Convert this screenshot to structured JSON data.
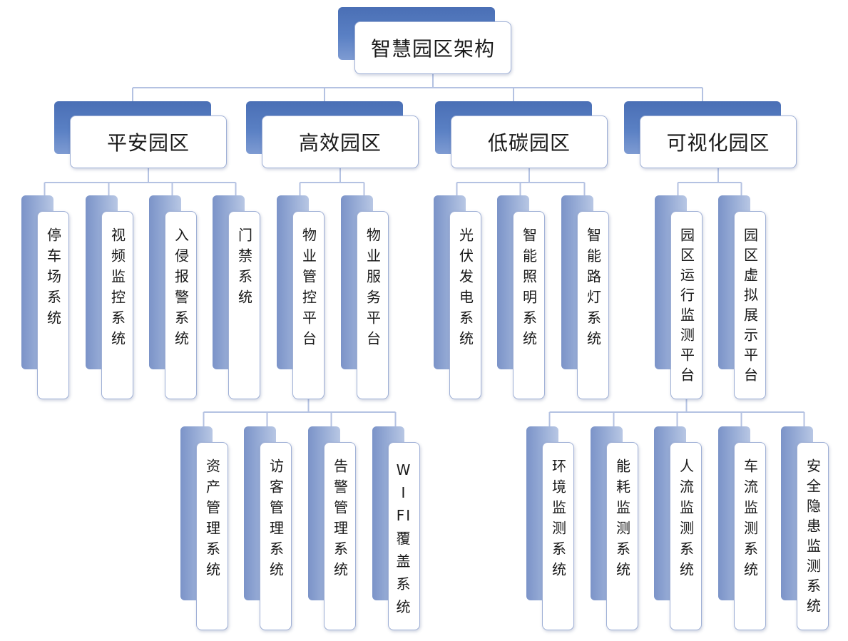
{
  "root": {
    "id": "root",
    "label": "智慧园区架构"
  },
  "zones": [
    {
      "id": "z1",
      "label": "平安园区"
    },
    {
      "id": "z2",
      "label": "高效园区"
    },
    {
      "id": "z3",
      "label": "低碳园区"
    },
    {
      "id": "z4",
      "label": "可视化园区"
    }
  ],
  "systems": [
    {
      "id": "s1",
      "parent": "z1",
      "label": "停车场系统"
    },
    {
      "id": "s2",
      "parent": "z1",
      "label": "视频监控系统"
    },
    {
      "id": "s3",
      "parent": "z1",
      "label": "入侵报警系统"
    },
    {
      "id": "s4",
      "parent": "z1",
      "label": "门禁系统"
    },
    {
      "id": "s5",
      "parent": "z2",
      "label": "物业管控平台"
    },
    {
      "id": "s6",
      "parent": "z2",
      "label": "物业服务平台"
    },
    {
      "id": "s7",
      "parent": "z3",
      "label": "光伏发电系统"
    },
    {
      "id": "s8",
      "parent": "z3",
      "label": "智能照明系统"
    },
    {
      "id": "s9",
      "parent": "z3",
      "label": "智能路灯系统"
    },
    {
      "id": "s10",
      "parent": "z4",
      "label": "园区运行监测平台"
    },
    {
      "id": "s11",
      "parent": "z4",
      "label": "园区虚拟展示平台"
    }
  ],
  "subsystems": [
    {
      "id": "t1",
      "parent": "s5",
      "label": "资产管理系统"
    },
    {
      "id": "t2",
      "parent": "s5",
      "label": "访客管理系统"
    },
    {
      "id": "t3",
      "parent": "s5",
      "label": "告警管理系统"
    },
    {
      "id": "t4",
      "parent": "s5",
      "label": "WIFI覆盖系统"
    },
    {
      "id": "t5",
      "parent": "s10",
      "label": "环境监测系统"
    },
    {
      "id": "t6",
      "parent": "s10",
      "label": "能耗监测系统"
    },
    {
      "id": "t7",
      "parent": "s10",
      "label": "人流监测系统"
    },
    {
      "id": "t8",
      "parent": "s10",
      "label": "车流监测系统"
    },
    {
      "id": "t9",
      "parent": "s10",
      "label": "安全隐患监测系统"
    }
  ],
  "colors": {
    "shadow_dark": "#4a6fb5",
    "shadow_light": "#95aad5",
    "border": "#9fb0d6",
    "line": "#b4c2e2"
  }
}
